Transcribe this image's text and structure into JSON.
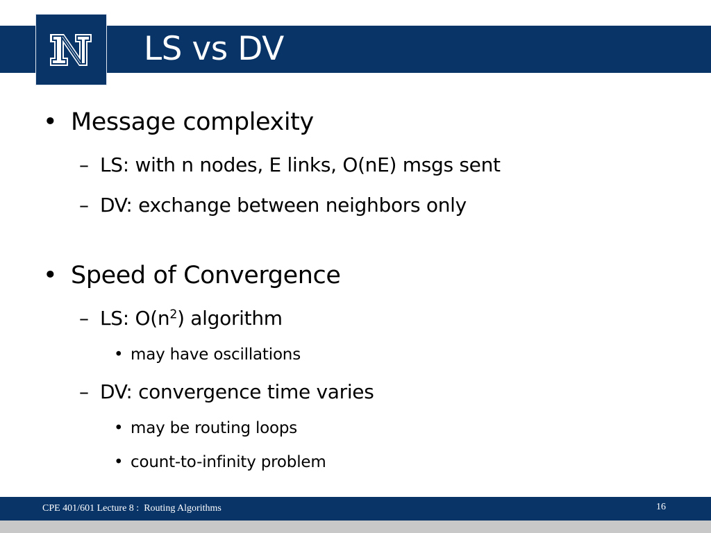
{
  "slide": {
    "title": "LS vs DV",
    "bullets": [
      {
        "text": "Message complexity",
        "marker": "•",
        "sub": [
          {
            "marker": "–",
            "text": "LS: with n nodes, E links, O(nE) msgs sent"
          },
          {
            "marker": "–",
            "text": "DV: exchange between neighbors only"
          }
        ]
      },
      {
        "text": "Speed of Convergence",
        "marker": "•",
        "sub": [
          {
            "marker": "–",
            "text_before": "LS: O(n",
            "superscript": "2",
            "text_after": ") algorithm",
            "sub": [
              {
                "marker": "•",
                "text": "may have oscillations"
              }
            ]
          },
          {
            "marker": "–",
            "text": "DV: convergence time varies",
            "sub": [
              {
                "marker": "•",
                "text": "may be routing loops"
              },
              {
                "marker": "•",
                "text": "count-to-infinity problem"
              }
            ]
          }
        ]
      }
    ]
  },
  "footer": {
    "course": "CPE 401/601 Lecture 8 :  Routing Algorithms",
    "page": "16"
  },
  "colors": {
    "brand_navy": "#083468",
    "footer_strip": "#c8c8c8"
  },
  "logo": {
    "icon": "university-n-logo-icon"
  }
}
